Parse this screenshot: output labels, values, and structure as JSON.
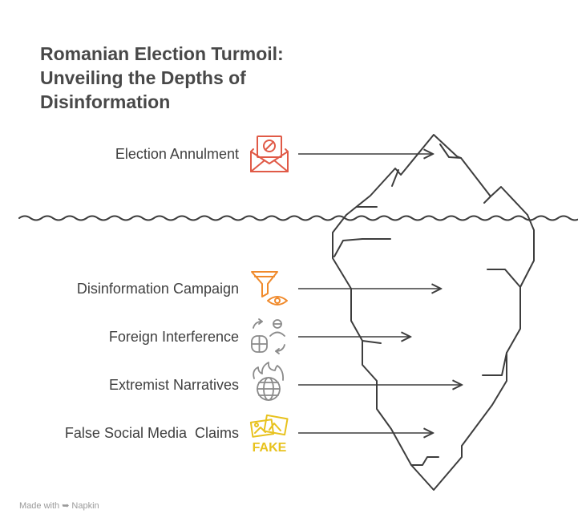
{
  "title": "Romanian Election Turmoil: Unveiling the Depths of Disinformation",
  "items": [
    {
      "label": "Election Annulment",
      "icon": "envelope-prohibited-icon",
      "color": "#e05a47"
    },
    {
      "label": "Disinformation Campaign",
      "icon": "funnel-eye-icon",
      "color": "#f08a2c"
    },
    {
      "label": "Foreign Interference",
      "icon": "people-exchange-icon",
      "color": "#8a8a8a"
    },
    {
      "label": "Extremist Narratives",
      "icon": "globe-fire-icon",
      "color": "#8a8a8a"
    },
    {
      "label": "False Social Media  Claims",
      "icon": "fake-photos-icon",
      "color": "#e8c21e"
    }
  ],
  "footer": {
    "made_with": "Made with",
    "brand": "Napkin"
  }
}
